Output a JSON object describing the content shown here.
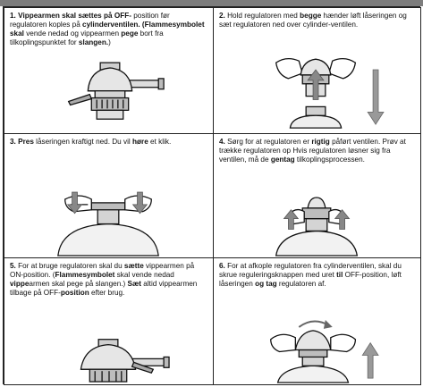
{
  "steps": [
    {
      "number": "1.",
      "segments": [
        {
          "t": "Vippearmen skal sættes på ",
          "b": true
        },
        {
          "t": "OFF-",
          "b": true
        },
        {
          "t": " position før regulatoren koples på ",
          "b": false
        },
        {
          "t": "cylinderventilen.",
          "b": true
        },
        {
          "t": " (Flammesymbolet ",
          "b": true
        },
        {
          "t": "skal",
          "b": true
        },
        {
          "t": " vende nedad og vippearmen ",
          "b": false
        },
        {
          "t": "pege",
          "b": true
        },
        {
          "t": " bort fra tilkoplingspunktet for ",
          "b": false
        },
        {
          "t": "slangen.",
          "b": true
        },
        {
          "t": ")",
          "b": false
        }
      ],
      "illustration": "regulator-off-icon"
    },
    {
      "number": "2.",
      "segments": [
        {
          "t": "Hold regulatoren med ",
          "b": false
        },
        {
          "t": "begge",
          "b": true
        },
        {
          "t": " hænder løft låseringen og sæt regulatoren ned over cylinder-ventilen.",
          "b": false
        }
      ],
      "illustration": "hands-lift-ring-icon"
    },
    {
      "number": "3.",
      "segments": [
        {
          "t": "Pres",
          "b": true
        },
        {
          "t": " låseringen kraftigt ned. Du vil ",
          "b": false
        },
        {
          "t": "høre",
          "b": true
        },
        {
          "t": " et klik.",
          "b": false
        }
      ],
      "illustration": "press-ring-down-icon"
    },
    {
      "number": "4.",
      "segments": [
        {
          "t": "Sørg for at regulatoren er ",
          "b": false
        },
        {
          "t": "rigtig",
          "b": true
        },
        {
          "t": " påført ventilen. Prøv at trække regulatoren op  Hvis regulatoren løsner sig fra ventilen, må de ",
          "b": false
        },
        {
          "t": "gentag",
          "b": true
        },
        {
          "t": " tilkoplingsprocessen.",
          "b": false
        }
      ],
      "illustration": "pull-test-icon"
    },
    {
      "number": "5.",
      "segments": [
        {
          "t": "For at bruge regulatoren skal du ",
          "b": false
        },
        {
          "t": "sætte",
          "b": true
        },
        {
          "t": " vippearmen på ON-position. (",
          "b": false
        },
        {
          "t": "Flammesymbolet",
          "b": true
        },
        {
          "t": " skal vende nedad ",
          "b": false
        },
        {
          "t": "vippe",
          "b": true
        },
        {
          "t": "armen skal pege på slangen.) ",
          "b": false
        },
        {
          "t": "Sæt",
          "b": true
        },
        {
          "t": " altid vippearmen tilbage på OFF-",
          "b": false
        },
        {
          "t": "position",
          "b": true
        },
        {
          "t": " efter brug.",
          "b": false
        }
      ],
      "illustration": "regulator-on-icon"
    },
    {
      "number": "6.",
      "segments": [
        {
          "t": "For at afkople regulatoren fra cylinderventilen, skal du skrue reguleringsknappen med uret ",
          "b": false
        },
        {
          "t": "til",
          "b": true
        },
        {
          "t": " OFF-position, løft låseringen ",
          "b": false
        },
        {
          "t": "og tag",
          "b": true
        },
        {
          "t": " regulatoren af.",
          "b": false
        }
      ],
      "illustration": "detach-regulator-icon"
    }
  ]
}
